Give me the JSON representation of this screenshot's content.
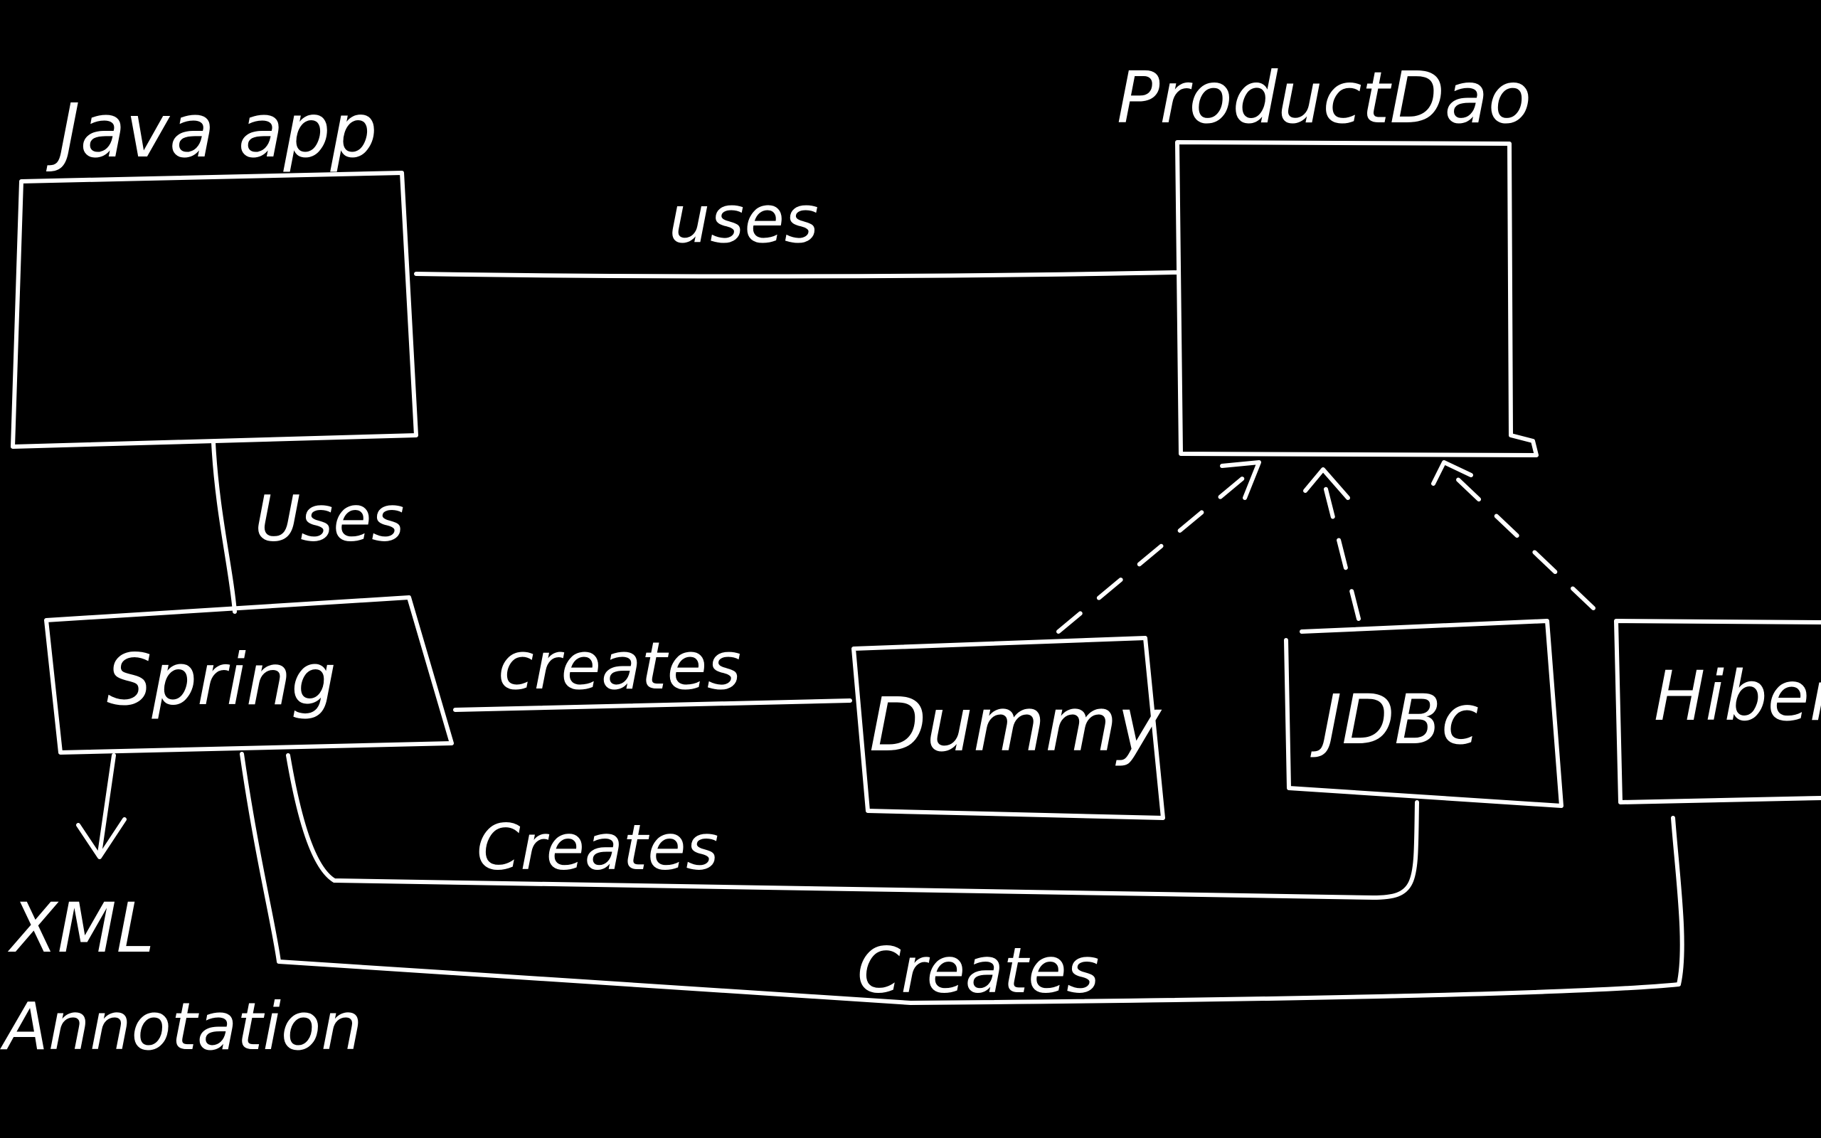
{
  "colors": {
    "background": "#000000",
    "ink": "#ffffff"
  },
  "nodes": {
    "java_app": "Java app",
    "product_dao": "ProductDao",
    "spring": "Spring",
    "dummy": "Dummy",
    "jdbc": "JDBc",
    "hibernate": "Hiber"
  },
  "edges": {
    "java_uses_dao": "uses",
    "java_uses_spring": "Uses",
    "spring_creates_dummy": "creates",
    "spring_creates_jdbc": "Creates",
    "spring_creates_hibernate": "Creates"
  },
  "spring_config": {
    "xml": "XML",
    "annotation": "Annotation"
  }
}
